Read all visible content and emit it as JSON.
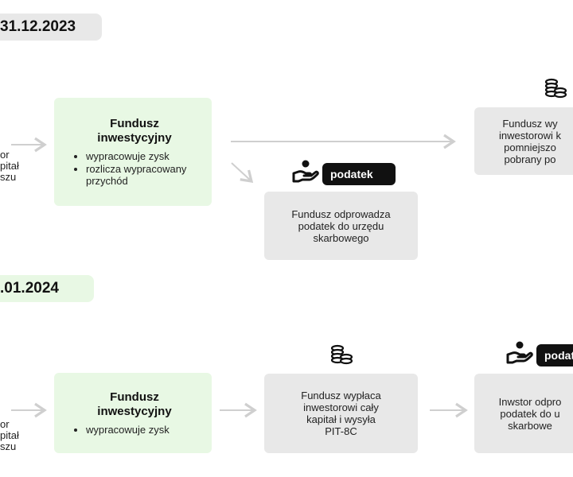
{
  "section1": {
    "date": "31.12.2023",
    "left_lines": [
      "or",
      "pitał",
      "szu"
    ],
    "fund": {
      "title_lines": [
        "Fundusz",
        "inwestycyjny"
      ],
      "items": [
        "wypracowuje zysk",
        "rozlicza wypracowany przychód"
      ]
    },
    "payout_box": [
      "Fundusz wy",
      "inwestorowi k",
      "pomniejszo",
      "pobrany po"
    ],
    "tax_badge": "podatek",
    "tax_box": [
      "Fundusz odprowadza",
      "podatek do urzędu",
      "skarbowego"
    ]
  },
  "section2": {
    "date": ".01.2024",
    "left_lines": [
      "or",
      "pitał",
      "szu"
    ],
    "fund": {
      "title_lines": [
        "Fundusz",
        "inwestycyjny"
      ],
      "items": [
        "wypracowuje zysk"
      ]
    },
    "payout_box": [
      "Fundusz wypłaca",
      "inwestorowi cały",
      "kapitał i wysyła",
      "PIT-8C"
    ],
    "tax_badge": "podat",
    "tax_box": [
      "Inwstor odpro",
      "podatek do u",
      "skarbowe"
    ]
  },
  "icons": {
    "coins": "coins-stack-icon",
    "hand": "hand-with-coin-icon",
    "arrow": "arrow-right-icon"
  },
  "colors": {
    "green_box": "#e8f8e4",
    "grey_box": "#e8e8e8",
    "badge": "#111111",
    "arrow": "#cfcfcf"
  }
}
